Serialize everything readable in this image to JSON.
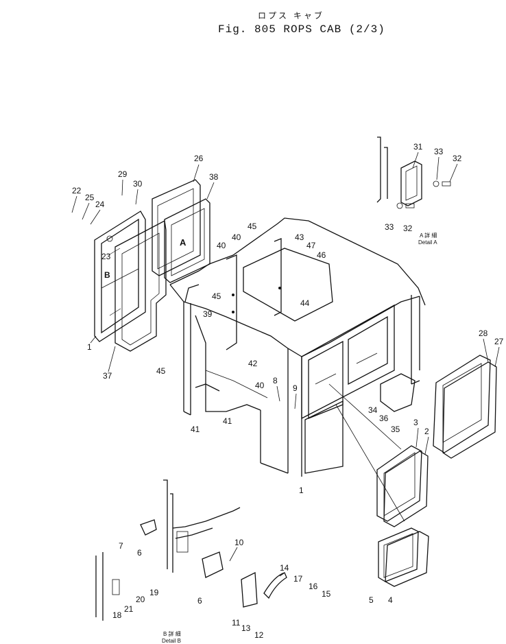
{
  "header": {
    "title_jp": "ロプス キャブ",
    "title": "Fig. 805  ROPS CAB (2/3)"
  },
  "detail_a": {
    "jp": "A 詳 細",
    "en": "Detail A"
  },
  "detail_b": {
    "jp": "B 詳 細",
    "en": "Detail B"
  },
  "view_markers": {
    "a": "A",
    "b": "B"
  },
  "callouts": [
    "1",
    "1",
    "2",
    "3",
    "4",
    "5",
    "6",
    "6",
    "7",
    "8",
    "9",
    "10",
    "11",
    "12",
    "13",
    "14",
    "15",
    "16",
    "17",
    "18",
    "19",
    "20",
    "21",
    "22",
    "23",
    "24",
    "25",
    "26",
    "27",
    "28",
    "29",
    "30",
    "31",
    "32",
    "32",
    "33",
    "33",
    "34",
    "35",
    "36",
    "37",
    "38",
    "39",
    "40",
    "40",
    "40",
    "41",
    "41",
    "42",
    "43",
    "44",
    "45",
    "45",
    "45",
    "46",
    "47"
  ]
}
